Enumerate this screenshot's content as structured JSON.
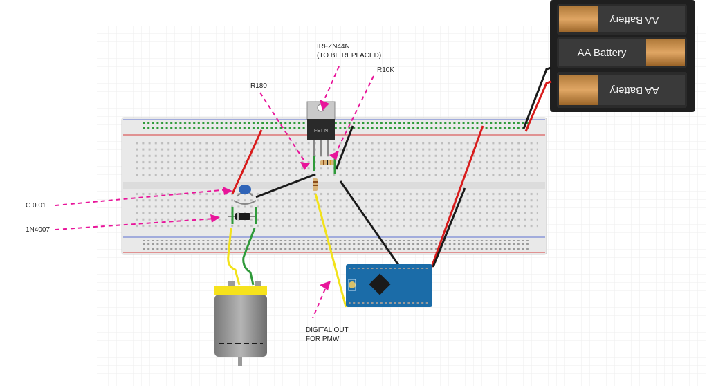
{
  "labels": {
    "fet": "IRFZN44N",
    "fet_note": "(TO BE REPLACED)",
    "r10k": "R10K",
    "r180": "R180",
    "cap": "C 0.01",
    "diode": "1N4007",
    "digital_out_1": "DIGITAL OUT",
    "digital_out_2": "FOR PMW"
  },
  "battery_text": "AA Battery",
  "fet_marking": "FET N",
  "colors": {
    "annotation_arrow": "#e8159a",
    "wire_red": "#d81c1c",
    "wire_black": "#1a1a1a",
    "wire_yellow": "#f2e21a",
    "wire_green": "#2f9a3a",
    "arduino_blue": "#1b6ca8",
    "breadboard": "#e9e9e9"
  }
}
